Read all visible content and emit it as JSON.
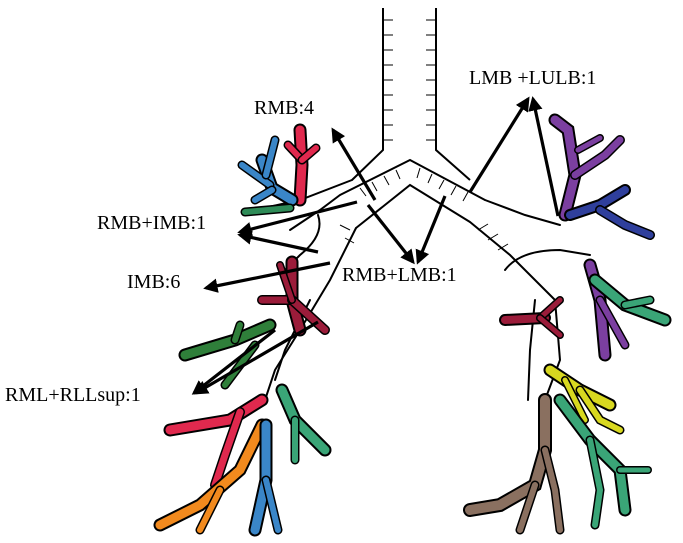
{
  "labels": {
    "rmb": "RMB:4",
    "rmb_imb": "RMB+IMB:1",
    "imb": "IMB:6",
    "rmb_lmb": "RMB+LMB:1",
    "rml_rllsup": "RML+RLLsup:1",
    "lmb_lulb": "LMB +LULB:1"
  },
  "colors": {
    "outline": "#000000",
    "wall_fill": "#e6e6e6",
    "segment_red": "#e0294e",
    "segment_blue": "#3a86c8",
    "segment_green": "#2e8b57",
    "segment_mint": "#3aa577",
    "segment_dark_green": "#2f7f3a",
    "segment_maroon": "#9b1c3a",
    "segment_purple": "#7b3fa0",
    "segment_navy": "#2f3f9c",
    "segment_yellow": "#d8d820",
    "segment_brown": "#8a7060",
    "segment_orange": "#f28a1e"
  }
}
